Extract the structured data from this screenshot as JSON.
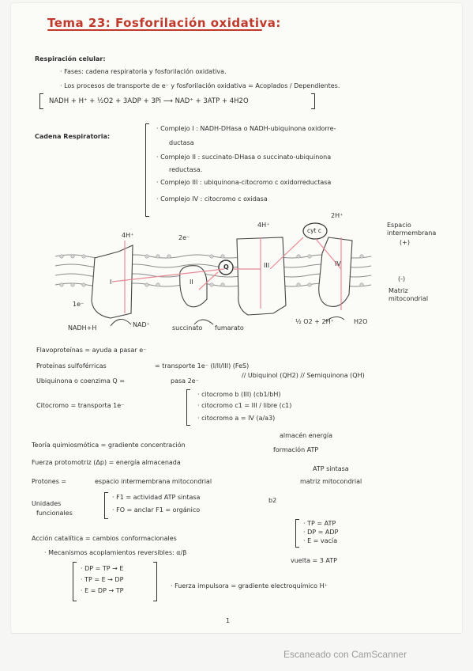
{
  "title": "Tema 23: Fosforilación oxidativa:",
  "intro": {
    "heading": "Respiración celular:",
    "line1": "· Fases: cadena respiratoria y fosforilación oxidativa.",
    "line2": "· Los procesos de transporte de e⁻ y fosforilación oxidativa = Acoplados / Dependientes."
  },
  "equation": "NADH + H⁺ + ½O2 + 3ADP + 3Pi ⟶ NAD⁺ + 3ATP + 4H2O",
  "chain": {
    "label": "Cadena Respiratoria:",
    "c1": "· Complejo I : NADH-DHasa o NADH-ubiquinona oxidorre-",
    "c1b": "ductasa",
    "c2": "· Complejo II : succinato-DHasa o succinato-ubiquinona",
    "c2b": "reductasa.",
    "c3": "· Complejo III : ubiquinona-citocromo c oxidorreductasa",
    "c4": "· Complejo IV : citocromo c oxidasa"
  },
  "diagram": {
    "h_top_4a": "4H⁺",
    "e2": "2e⁻",
    "h_top_4b": "4H⁺",
    "cytc": "cyt c",
    "h_top_2": "2H⁺",
    "space_label_1": "Espacio",
    "space_label_2": "intermembrana",
    "space_label_3": "(+)",
    "q_label": "Q",
    "roman_1": "I",
    "roman_2": "II",
    "roman_3": "III",
    "roman_4": "IV",
    "minus": "(-)",
    "matrix_1": "Matriz",
    "matrix_2": "mitocondrial",
    "e1": "1e⁻",
    "nadh": "NADH+H",
    "nad": "NAD⁺",
    "succinato": "succinato",
    "fumarato": "fumarato",
    "o2": "½ O2 + 2H⁺",
    "h2o": "H2O"
  },
  "notes": {
    "flavo": "Flavoproteínas = ayuda a pasar e⁻",
    "fes_left": "Proteínas sulfoférricas",
    "fes_mid": "= transporte 1e⁻ (I/II/III) (FeS)",
    "ubi_left": "Ubiquinona o coenzima Q =",
    "ubi_mid": "pasa 2e⁻",
    "ubi_right": "// Ubiquinol (QH2)  // Semiquinona (QH)",
    "cito_left": "Citocromo = transporta 1e⁻",
    "cito_b": "· citocromo b (III) (cb1/bH)",
    "cito_c": "· citocromo c1 = III / libre (c1)",
    "cito_a": "· citocromo a = IV (a/a3)"
  },
  "theory": {
    "quimio": "Teoría quimiosmótica = gradiente concentración",
    "alm": "almacén energía",
    "form": "formación ATP",
    "fuerza": "Fuerza protomotriz (Δp) = energía almacenada",
    "protones_l": "Protones =",
    "protones_m": "espacio intermembrana mitocondrial",
    "protones_r": "matriz mitocondrial",
    "atp_sintasa": "ATP sintasa",
    "unid_1": "Unidades",
    "unid_2": "funcionales",
    "f1": "· F1 = actividad ATP sintasa",
    "fo": "· FO = anclar F1 = orgánico",
    "b2": "b2",
    "accion": "Acción catalítica = cambios conformacionales",
    "tp": "· TP = ATP",
    "dp": "· DP = ADP",
    "e_vac": "· E = vacía",
    "mecan": "· Mecanismos acoplamientos reversibles: α/β",
    "ciclo1": "· DP = TP → E",
    "ciclo2": "· TP = E → DP",
    "ciclo3": "· E = DP → TP",
    "vuelta": "vuelta = 3 ATP",
    "fuerza_imp": "· Fuerza impulsora = gradiente electroquímico H⁺"
  },
  "page_number": "1",
  "watermark": "Escaneado con CamScanner",
  "colors": {
    "title": "#c0392b",
    "ink": "#2e2e2e",
    "arrow": "#e88a95",
    "membrane": "#c9c9c9"
  }
}
